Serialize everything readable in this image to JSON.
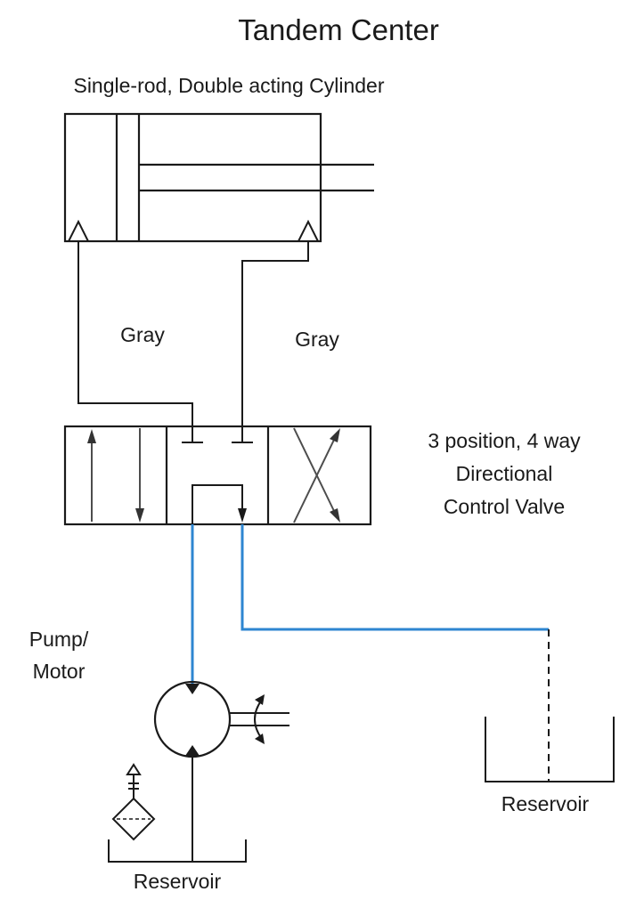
{
  "title": "Tandem Center",
  "labels": {
    "cylinder": "Single-rod, Double acting Cylinder",
    "line_a": "Gray",
    "line_b": "Gray",
    "valve_line1": "3 position, 4 way",
    "valve_line2": "Directional",
    "valve_line3": "Control Valve",
    "pump_line1": "Pump/",
    "pump_line2": "Motor",
    "reservoir_left": "Reservoir",
    "reservoir_right": "Reservoir"
  },
  "colors": {
    "line": "#1a1a1a",
    "hydraulic_blue": "#2e86d1",
    "arrow_gray": "#4d4d4d"
  },
  "icons": {
    "filter": "filter-diamond-icon",
    "pump_motor": "pump-motor-circle-icon",
    "rotation": "bidirectional-rotation-icon"
  }
}
